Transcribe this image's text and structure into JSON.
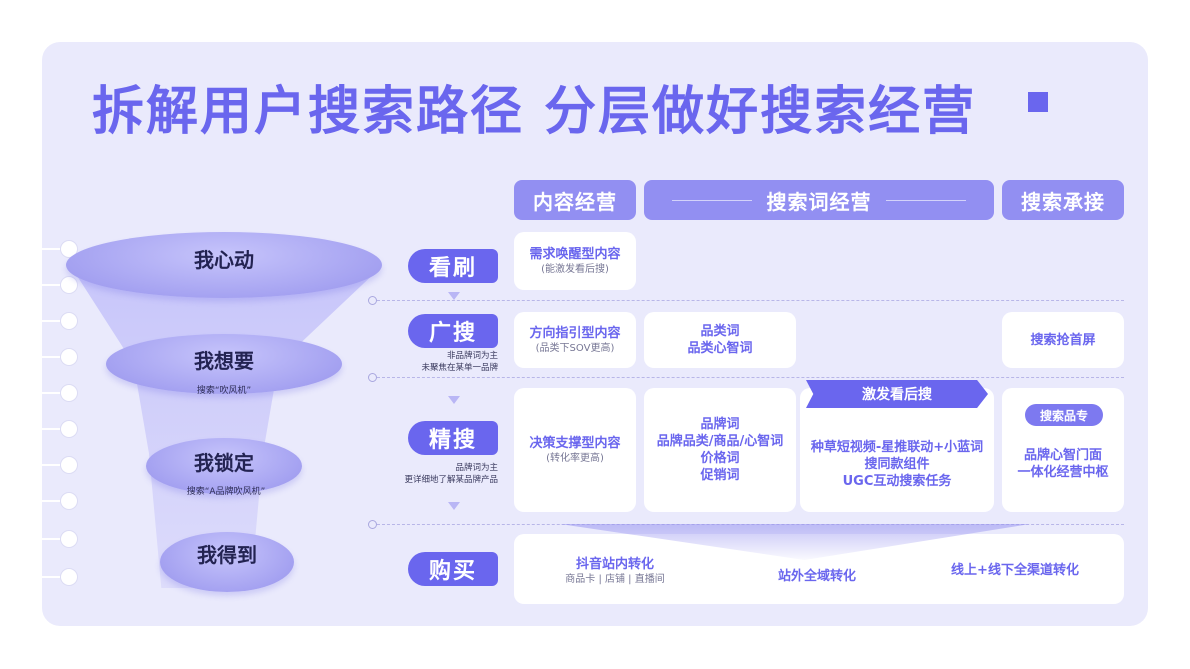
{
  "title": "拆解用户搜索路径  分层做好搜索经营",
  "headers": {
    "content": "内容经营",
    "keyword": "搜索词经营",
    "accept": "搜索承接"
  },
  "funnel": [
    {
      "label": "我心动",
      "sub": ""
    },
    {
      "label": "我想要",
      "sub": "搜索“吹风机”"
    },
    {
      "label": "我锁定",
      "sub": "搜索“A品牌吹风机”"
    },
    {
      "label": "我得到",
      "sub": ""
    }
  ],
  "stages": [
    {
      "label": "看刷",
      "note": ""
    },
    {
      "label": "广搜",
      "note_line1": "非品牌词为主",
      "note_line2": "未聚焦在某单一品牌"
    },
    {
      "label": "精搜",
      "note_line1": "品牌词为主",
      "note_line2": "更详细地了解某品牌产品"
    },
    {
      "label": "购买"
    }
  ],
  "rows": {
    "browse": {
      "content_title": "需求唤醒型内容",
      "content_sub": "(能激发看后搜)"
    },
    "broad": {
      "content_title": "方向指引型内容",
      "content_sub": "(品类下SOV更高)",
      "keyword_line1": "品类词",
      "keyword_line2": "品类心智词",
      "accept": "搜索抢首屏"
    },
    "precise": {
      "content_title": "决策支撑型内容",
      "content_sub": "(转化率更高)",
      "keyword_lines": [
        "品牌词",
        "品牌品类/商品/心智词",
        "价格词",
        "促销词"
      ],
      "trigger_tag": "激发看后搜",
      "trigger_lines": [
        "种草短视频-星推联动+小蓝词",
        "搜同款组件",
        "UGC互动搜索任务"
      ],
      "accept_tag": "搜索品专",
      "accept_lines": [
        "品牌心智门面",
        "一体化经营中枢"
      ]
    },
    "buy": {
      "a_title": "抖音站内转化",
      "a_sub": "商品卡 | 店铺 | 直播间",
      "b_title": "站外全域转化",
      "c_title": "线上+线下全渠道转化"
    }
  },
  "colors": {
    "accent": "#6a66ee",
    "header": "#928ff2",
    "board": "#eaeafc"
  }
}
